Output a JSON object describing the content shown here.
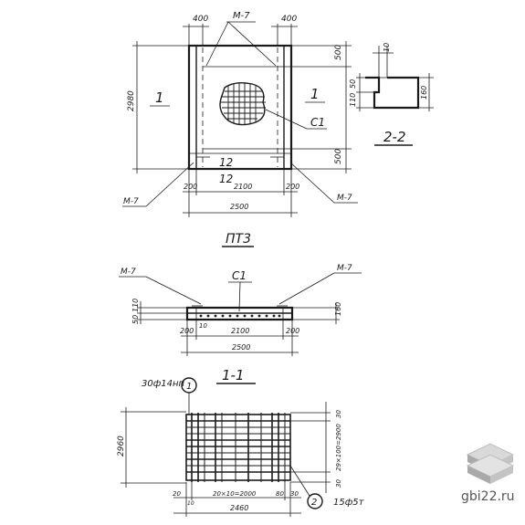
{
  "top_view": {
    "dims_top": [
      "400",
      "400"
    ],
    "mark_top": "М-7",
    "dims_right": [
      "500",
      "500"
    ],
    "dim_left": "2980",
    "zone_left": "1",
    "zone_right": "1",
    "mesh_label": "С1",
    "bottom_mark_inside": "12",
    "bottom_mark_below": "12",
    "dims_bottom": [
      "200",
      "2100",
      "200"
    ],
    "dim_total": "2500",
    "mark_left": "М-7",
    "mark_right": "М-7"
  },
  "section22": {
    "dim_top": "10",
    "dims_left": [
      "50",
      "110"
    ],
    "dim_right": "160",
    "title": "2-2"
  },
  "pt3_title": "ПТ3",
  "side_view": {
    "mark_left": "М-7",
    "mark_right": "М-7",
    "mesh_label": "С1",
    "dims_left": [
      "50",
      "110"
    ],
    "dim_right": "160",
    "dim_small": "10",
    "dims_bottom": [
      "200",
      "2100",
      "200"
    ],
    "dim_total": "2500"
  },
  "section11": {
    "title": "1-1",
    "item1_label": "30ф14нп",
    "item1_num": "1",
    "dim_left": "2960",
    "dims_right": [
      "30",
      "29×100=2900",
      "30"
    ],
    "dims_bottom": [
      "20",
      "20×10=2000",
      "80",
      "30"
    ],
    "dim_bottom_small": "10",
    "dim_total": "2460",
    "item2_num": "2",
    "item2_label": "15ф5т"
  },
  "watermark": {
    "text": "gbi22.ru"
  }
}
